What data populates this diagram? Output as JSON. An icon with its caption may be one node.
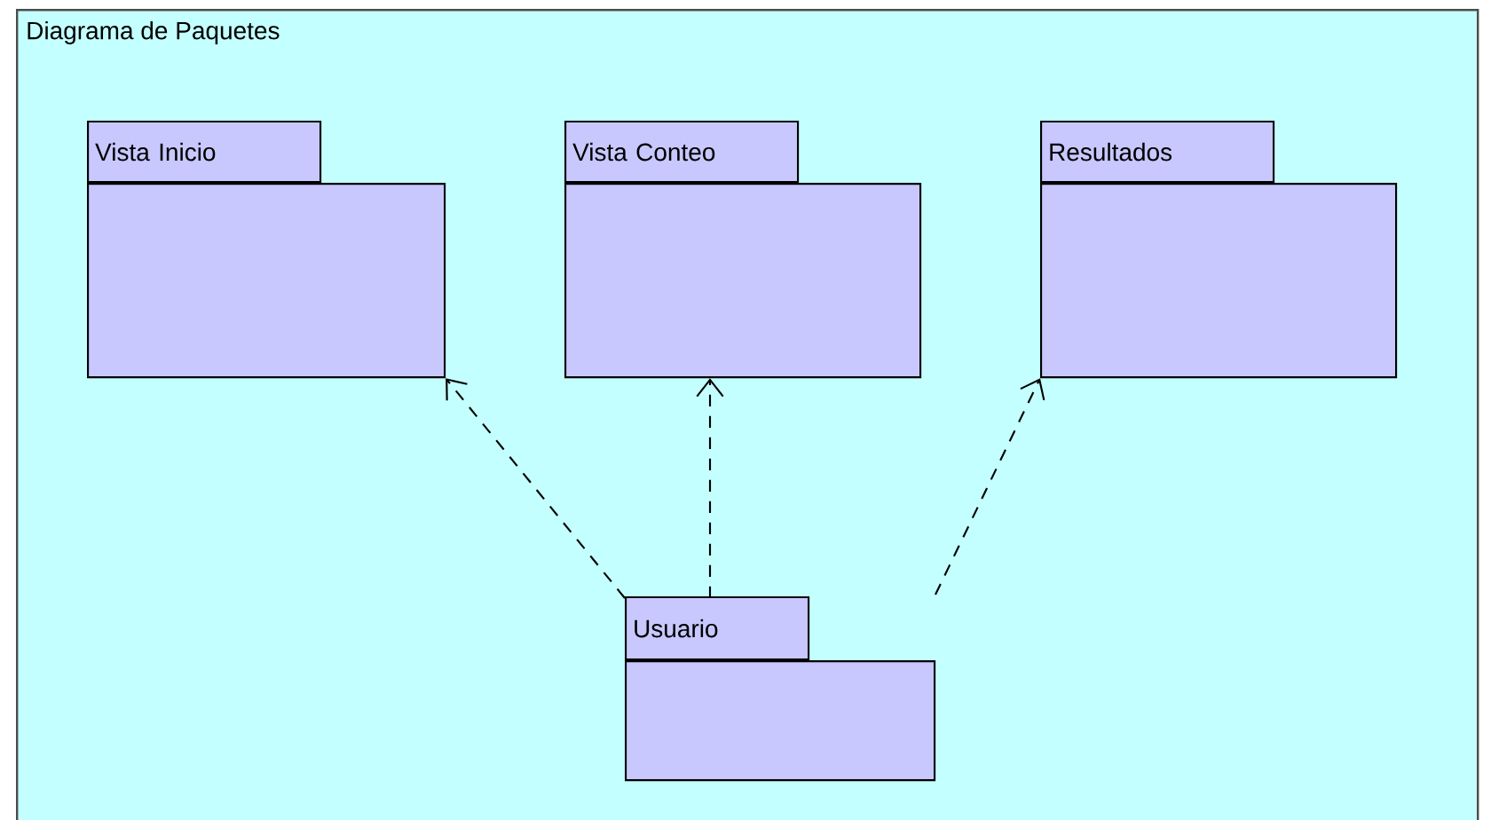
{
  "diagram": {
    "nodes": [
      {
        "text": [
          "Diagrama de Paquetes"
        ]
      },
      {
        "text": [
          "Vista Inicio"
        ],
        "in": 0
      },
      {
        "text": [
          "Vista Conteo"
        ],
        "in": 0
      },
      {
        "text": [
          "Resultados"
        ],
        "in": 0
      },
      {
        "text": [
          "Usuario"
        ],
        "in": 0
      }
    ],
    "edges": [
      {
        "from": 4,
        "to": 1,
        "arrow": "to",
        "style": "dashed"
      },
      {
        "from": 4,
        "to": 2,
        "arrow": "to",
        "style": "dashed"
      },
      {
        "from": null,
        "to": 3,
        "arrow": "to",
        "style": "dashed"
      }
    ]
  }
}
